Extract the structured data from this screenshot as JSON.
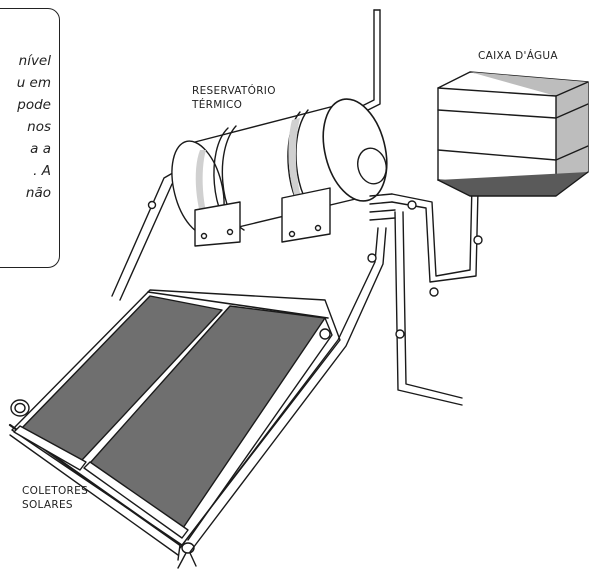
{
  "note_lines": [
    "nível",
    "u em",
    "pode",
    "nos",
    "a  a",
    ".  A",
    "não"
  ],
  "labels": {
    "reservatorio_line1": "RESERVATÓRIO",
    "reservatorio_line2": "TÉRMICO",
    "caixa": "CAIXA D'ÁGUA",
    "coletores_line1": "COLETORES",
    "coletores_line2": "SOLARES"
  },
  "colors": {
    "panel_fill": "#6f6f6f",
    "line": "#1a1a1a",
    "tank_shadow": "#d0d0d0",
    "box_shadow": "#bdbdbd",
    "box_base": "#5a5a5a"
  }
}
